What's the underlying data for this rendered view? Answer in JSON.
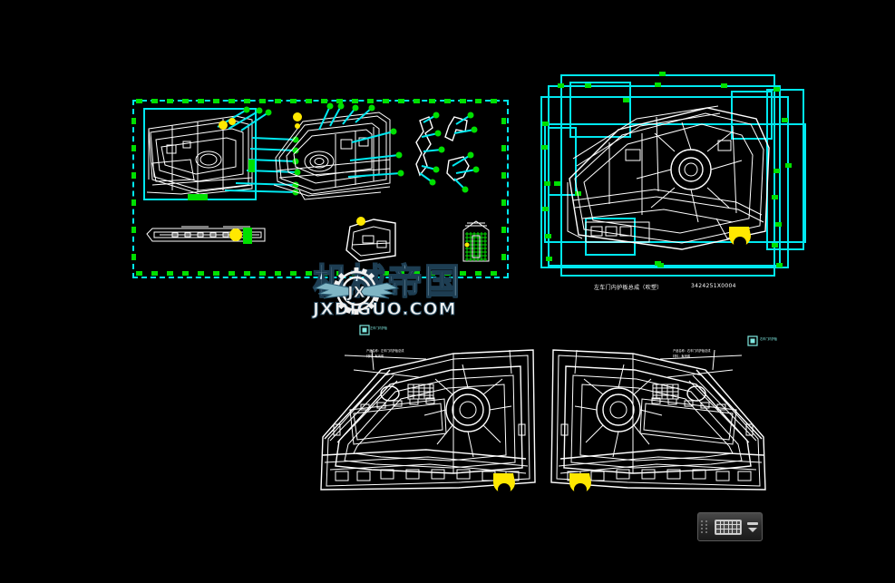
{
  "app": {
    "background_color": "#000000",
    "type": "cad-drawing-viewport"
  },
  "palette": {
    "line": "#ffffff",
    "selection": "#00e8f0",
    "grip": "#00e000",
    "highlight_yellow": "#ffe800",
    "watermark_cn": "#cfefff"
  },
  "watermark": {
    "logo_monogram": "JX",
    "title_cn": "机械帝国",
    "title_en": "JXDIGUO.COM"
  },
  "drawings": {
    "top_left": {
      "name": "door-trim-detail-sheet",
      "selected": true,
      "title": ""
    },
    "top_right": {
      "name": "door-inner-panel-selected",
      "title_cn": "左车门内护板总成（吹塑）",
      "part_number": "3424251X0004"
    },
    "bottom_left": {
      "name": "left-door-inner-panel-view",
      "note_1": "产品名称：左车门内护板总成",
      "note_2": "材料：聚丙烯",
      "label": "左车门内护板"
    },
    "bottom_right": {
      "name": "right-door-inner-panel-view",
      "note_1": "产品名称：右车门内护板总成",
      "note_2": "材料：聚丙烯",
      "label": "右车门内护板"
    }
  },
  "ime_toolbar": {
    "name": "input-method-toolbar",
    "keyboard_icon": "keyboard-icon",
    "handle_icon": "drag-handle-icon",
    "expand_icon": "chevron-down-icon",
    "minimize_icon": "minimize-icon"
  }
}
